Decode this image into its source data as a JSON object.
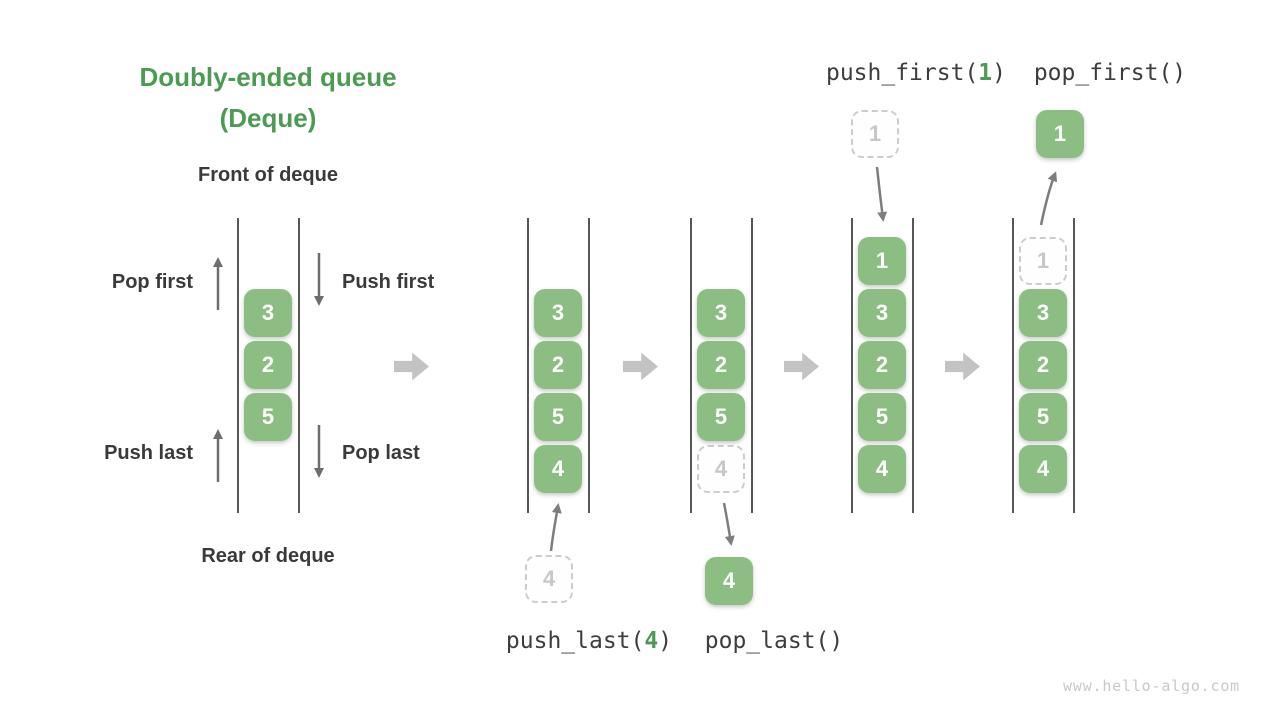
{
  "title": {
    "line1": "Doubly-ended queue",
    "line2": "(Deque)"
  },
  "front_label": "Front of deque",
  "rear_label": "Rear of deque",
  "side_labels": {
    "pop_first": "Pop first",
    "push_first": "Push first",
    "push_last": "Push last",
    "pop_last": "Pop last"
  },
  "ops": {
    "push_first_pre": "push_first(",
    "push_first_arg": "1",
    "push_first_post": ")",
    "pop_first": "pop_first()",
    "push_last_pre": "push_last(",
    "push_last_arg": "4",
    "push_last_post": ")",
    "pop_last": "pop_last()"
  },
  "deques": {
    "demo": [
      "3",
      "2",
      "5"
    ],
    "after_push_last": [
      "3",
      "2",
      "5",
      "4"
    ],
    "push_last_arg": "4",
    "after_pop_last": {
      "kept": [
        "3",
        "2",
        "5"
      ],
      "removed": "4",
      "result": "4"
    },
    "after_push_first": [
      "1",
      "3",
      "2",
      "5",
      "4"
    ],
    "push_first_arg": "1",
    "after_pop_first": {
      "removed": "1",
      "kept": [
        "3",
        "2",
        "5",
        "4"
      ],
      "result": "1"
    }
  },
  "watermark": "www.hello-algo.com",
  "colors": {
    "element_green": "#8cbe84",
    "accent_green": "#4c9b52",
    "text_dark": "#3a3a3a",
    "flow_arrow_gray": "#c3c3c3",
    "dashed_border_gray": "#cccccc"
  }
}
